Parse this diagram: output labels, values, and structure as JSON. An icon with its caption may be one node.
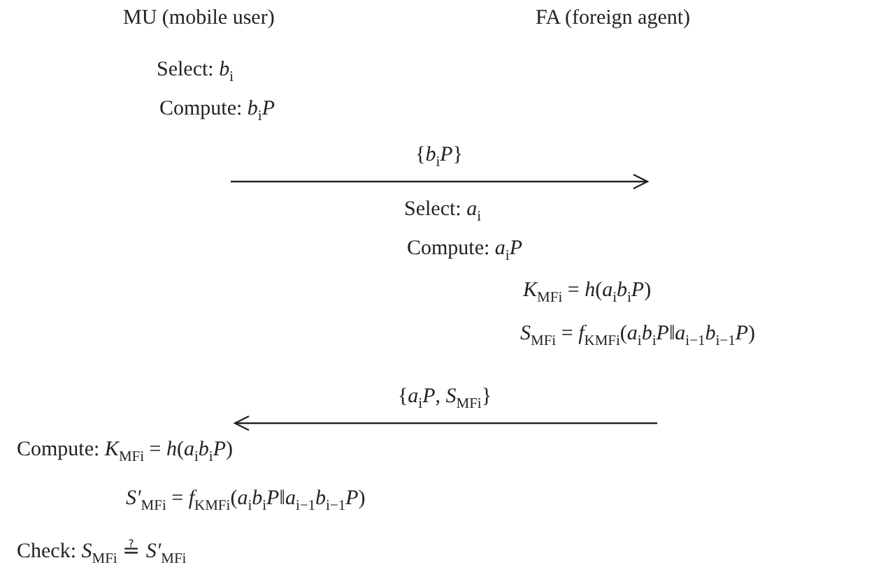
{
  "diagram": {
    "labels": [
      "MU (mobile user)",
      "FA (foreign agent)",
      "Select: *b*$_{i}$",
      "Compute: *b*$_{i}$*P*",
      "{*b*$_{i}$*P*}",
      "Select: *a*$_{i}$",
      "Compute: *a*$_{i}$*P*",
      "*K*$_{MFi}$ = *h*(*a*$_{i}$*b*$_{i}$*P*)",
      "*S*$_{MFi}$ = *f*$_{KMFi}$(*a*$_{i}$*b*$_{i}$*P*‖*a*$_{i−1}$*b*$_{i−1}$*P*)",
      "{*a*$_{i}$*P*, *S*$_{MFi}$}",
      "Compute: *K*$_{MFi}$ = *h*(*a*$_{i}$*b*$_{i}$*P*)",
      "*S′*$_{MFi}$ = *f*$_{KMFi}$(*a*$_{i}$*b*$_{i}$*P*‖*a*$_{i−1}$*b*$_{i−1}$*P*)",
      "Check: *S*$_{MFi}$ ≟ *S′*$_{MFi}$"
    ]
  }
}
